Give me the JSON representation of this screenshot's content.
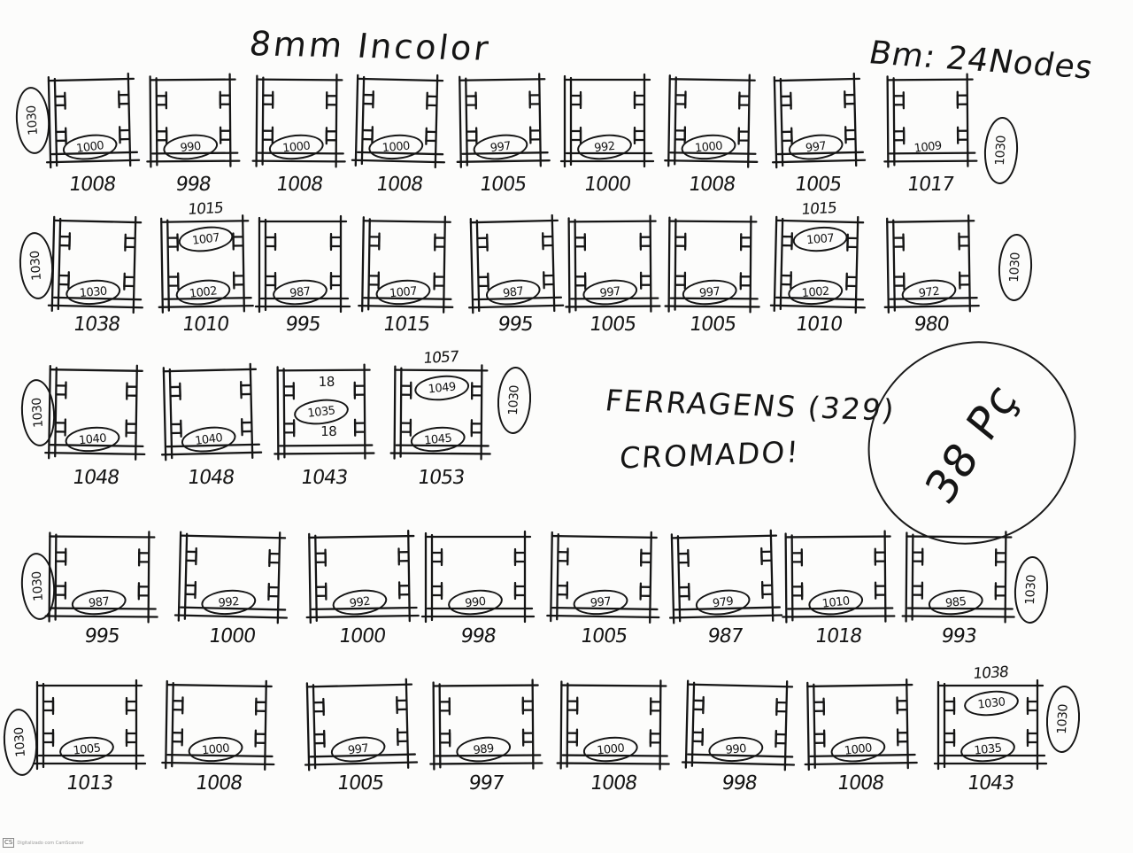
{
  "document": {
    "title": "8mm Incolor",
    "header_note": "Bm: 24Nodes",
    "hardware_note": "FERRAGENS (329)",
    "finish_note": "CROMADO!",
    "total_pieces": "38 Pç"
  },
  "rows": [
    {
      "left_tag": "1030",
      "right_tag": "1030",
      "panels": [
        {
          "inner": "1000",
          "label": "1008"
        },
        {
          "inner": "990",
          "label": "998"
        },
        {
          "inner": "1000",
          "label": "1008"
        },
        {
          "inner": "1000",
          "label": "1008"
        },
        {
          "inner": "997",
          "label": "1005"
        },
        {
          "inner": "992",
          "label": "1000"
        },
        {
          "inner": "1000",
          "label": "1008"
        },
        {
          "inner": "997",
          "label": "1005"
        },
        {
          "inner": "1009",
          "label": "1017",
          "circled": false
        }
      ]
    },
    {
      "left_tag": "1030",
      "right_tag": "1030",
      "panels": [
        {
          "inner": "1030",
          "label": "1038"
        },
        {
          "top": "1015",
          "top_inner": "1007",
          "inner": "1002",
          "label": "1010"
        },
        {
          "inner": "987",
          "label": "995"
        },
        {
          "inner": "1007",
          "label": "1015"
        },
        {
          "inner": "987",
          "label": "995"
        },
        {
          "inner": "997",
          "label": "1005"
        },
        {
          "inner": "997",
          "label": "1005"
        },
        {
          "top": "1015",
          "top_inner": "1007",
          "inner": "1002",
          "label": "1010"
        },
        {
          "inner": "972",
          "label": "980"
        }
      ]
    },
    {
      "left_tag": "1030",
      "right_tag": "1030",
      "panels": [
        {
          "inner": "1040",
          "label": "1048"
        },
        {
          "inner": "1040",
          "label": "1048"
        },
        {
          "mark_top": "18",
          "inner": "1035",
          "mark_bottom": "18",
          "label": "1043"
        },
        {
          "top": "1057",
          "top_inner": "1049",
          "inner": "1045",
          "label": "1053"
        }
      ]
    },
    {
      "left_tag": "1030",
      "right_tag": "1030",
      "panels": [
        {
          "inner": "987",
          "label": "995"
        },
        {
          "inner": "992",
          "label": "1000"
        },
        {
          "inner": "992",
          "label": "1000"
        },
        {
          "inner": "990",
          "label": "998"
        },
        {
          "inner": "997",
          "label": "1005"
        },
        {
          "inner": "979",
          "label": "987"
        },
        {
          "inner": "1010",
          "label": "1018"
        },
        {
          "inner": "985",
          "label": "993"
        }
      ]
    },
    {
      "left_tag": "1030",
      "right_tag": "1030",
      "panels": [
        {
          "inner": "1005",
          "label": "1013"
        },
        {
          "inner": "1000",
          "label": "1008"
        },
        {
          "inner": "997",
          "label": "1005"
        },
        {
          "inner": "989",
          "label": "997"
        },
        {
          "inner": "1000",
          "label": "1008"
        },
        {
          "inner": "990",
          "label": "998"
        },
        {
          "inner": "1000",
          "label": "1008"
        },
        {
          "top": "1038",
          "top_inner": "1030",
          "inner": "1035",
          "label": "1043"
        }
      ]
    }
  ],
  "scanner": {
    "logo": "CS",
    "text": "Digitalizado com CamScanner"
  }
}
